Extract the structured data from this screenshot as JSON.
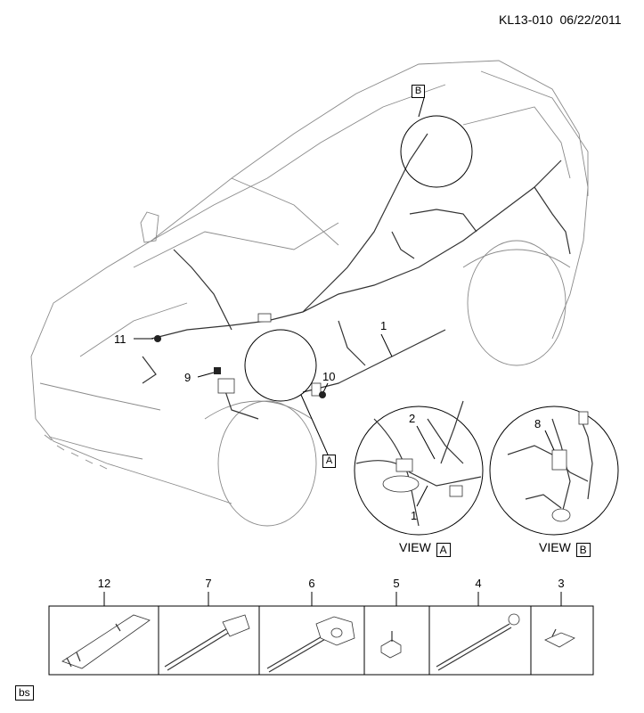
{
  "header": {
    "doc_id": "KL13-010  06/22/2011"
  },
  "callouts": {
    "c1": "1",
    "c2": "2",
    "c1b": "1",
    "c8": "8",
    "c9": "9",
    "c10": "10",
    "c11": "11",
    "viewA_marker": "A",
    "viewB_marker": "B"
  },
  "views": {
    "a": {
      "label": "VIEW",
      "box": "A"
    },
    "b": {
      "label": "VIEW",
      "box": "B"
    }
  },
  "parts_table": {
    "parts": [
      {
        "number": "12",
        "icon": "harness-bracket-icon"
      },
      {
        "number": "7",
        "icon": "cable-tie-clip-icon"
      },
      {
        "number": "6",
        "icon": "double-clip-tie-icon"
      },
      {
        "number": "5",
        "icon": "retainer-clip-icon"
      },
      {
        "number": "4",
        "icon": "push-pin-tie-icon"
      },
      {
        "number": "3",
        "icon": "small-clip-icon"
      }
    ]
  },
  "footer": {
    "tag": "bs"
  }
}
